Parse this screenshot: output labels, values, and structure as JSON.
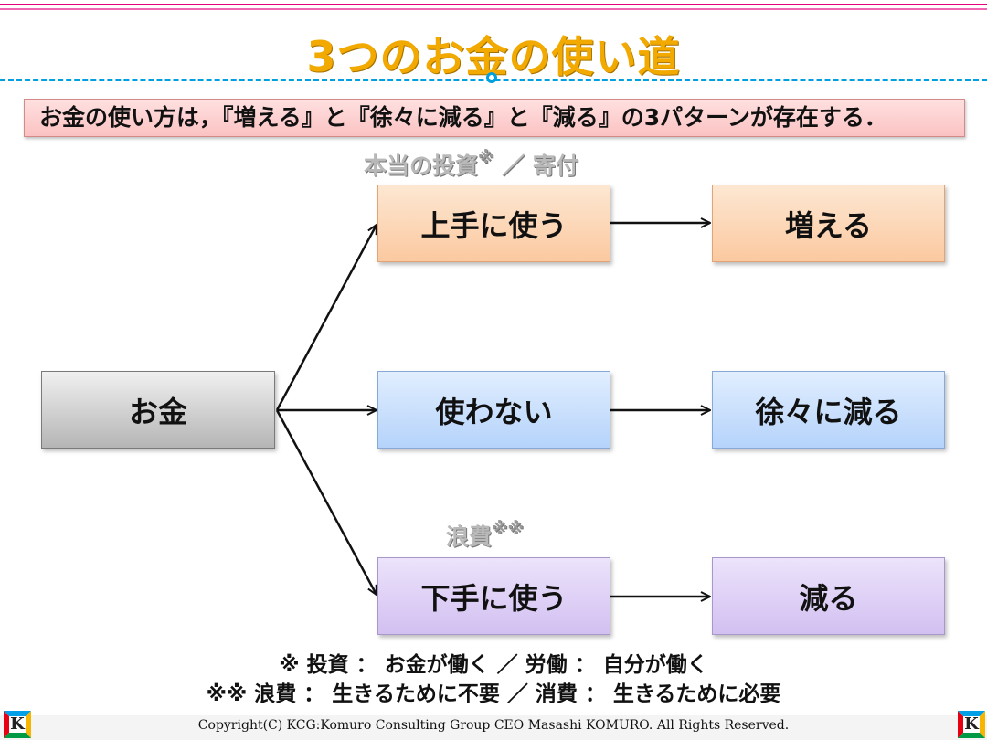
{
  "title": "3つのお金の使い道",
  "banner": "お金の使い方は，『増える』と『徐々に減る』と『減る』の3パターンが存在する．",
  "labels": {
    "top_main": "本当の投資",
    "top_mark": "※",
    "top_rest": " ／ 寄付",
    "bottom_main": "浪費",
    "bottom_mark": "※※"
  },
  "boxes": {
    "source": "お金",
    "use_well": "上手に使う",
    "increase": "増える",
    "no_use": "使わない",
    "slow_decrease": "徐々に減る",
    "use_poorly": "下手に使う",
    "decrease": "減る"
  },
  "notes": {
    "line1": "※ 投資 ： お金が働く ／ 労働 ： 自分が働く",
    "line2": "※※ 浪費 ： 生きるために不要 ／ 消費 ： 生きるために必要"
  },
  "footer": {
    "copyright": "Copyright(C)  KCG:Komuro Consulting Group  CEO Masashi KOMURO. All Rights Reserved.",
    "logo_letter": "K"
  },
  "colors": {
    "title": "#f2a900",
    "accent_line": "#00a0e0",
    "stripe": "#e6007e",
    "orange_box": "#fbc9a0",
    "blue_box": "#b5d3fb",
    "purple_box": "#d2c0f1",
    "gray_box": "#b5b5b5"
  }
}
